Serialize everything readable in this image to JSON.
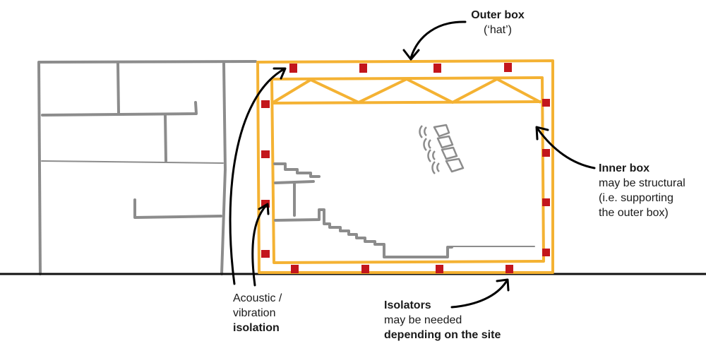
{
  "colors": {
    "box": "#f4b233",
    "isolator": "#c3161c",
    "building": "#8c8c8c",
    "ground": "#111111",
    "arrow": "#000000"
  },
  "labels": {
    "outer_box": {
      "title": "Outer box",
      "note": "(‘hat’)"
    },
    "inner_box": {
      "title": "Inner box",
      "lines": [
        "may be structural",
        "(i.e. supporting",
        "the outer box)"
      ]
    },
    "acoustic": {
      "lines": [
        "Acoustic /",
        "vibration"
      ],
      "bold": "isolation"
    },
    "isolators": {
      "title": "Isolators",
      "line": "may be needed",
      "bold": "depending on the site"
    }
  },
  "icons": {
    "speakers": "speaker-stack-icon"
  }
}
